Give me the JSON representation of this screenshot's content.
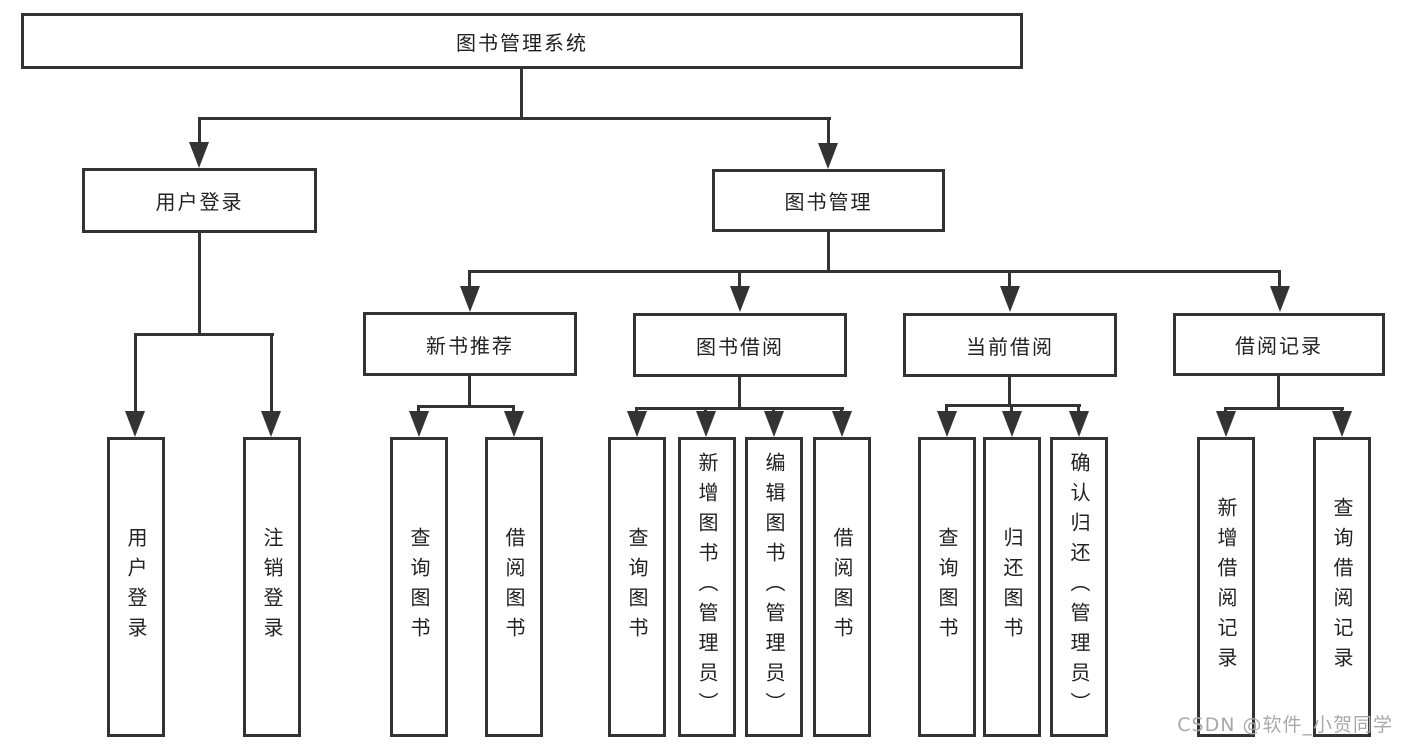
{
  "diagram": {
    "root": {
      "label": "图书管理系统"
    },
    "level2": [
      {
        "id": "user-login",
        "label": "用户登录"
      },
      {
        "id": "book-management",
        "label": "图书管理"
      }
    ],
    "level3": [
      {
        "id": "new-book-recommend",
        "label": "新书推荐"
      },
      {
        "id": "book-borrowing",
        "label": "图书借阅"
      },
      {
        "id": "current-borrowing",
        "label": "当前借阅"
      },
      {
        "id": "borrowing-records",
        "label": "借阅记录"
      }
    ],
    "leaves": [
      {
        "id": "user-login-leaf",
        "label": "用户登录"
      },
      {
        "id": "logout",
        "label": "注销登录"
      },
      {
        "id": "query-books-recommend",
        "label": "查询图书"
      },
      {
        "id": "borrow-books-recommend",
        "label": "借阅图书"
      },
      {
        "id": "query-books-borrowing",
        "label": "查询图书"
      },
      {
        "id": "add-books-admin",
        "label": "新增图书（管理员）"
      },
      {
        "id": "edit-books-admin",
        "label": "编辑图书（管理员）"
      },
      {
        "id": "borrow-books-borrowing",
        "label": "借阅图书"
      },
      {
        "id": "query-books-current",
        "label": "查询图书"
      },
      {
        "id": "return-books",
        "label": "归还图书"
      },
      {
        "id": "confirm-return-admin",
        "label": "确认归还（管理员）"
      },
      {
        "id": "add-borrow-record",
        "label": "新增借阅记录"
      },
      {
        "id": "query-borrow-record",
        "label": "查询借阅记录"
      }
    ]
  },
  "watermark": {
    "text": "CSDN @软件_小贺同学"
  },
  "colors": {
    "line": "#333333",
    "box_background": "#ffffff",
    "text": "#222222",
    "watermark": "#a9a9a9"
  }
}
